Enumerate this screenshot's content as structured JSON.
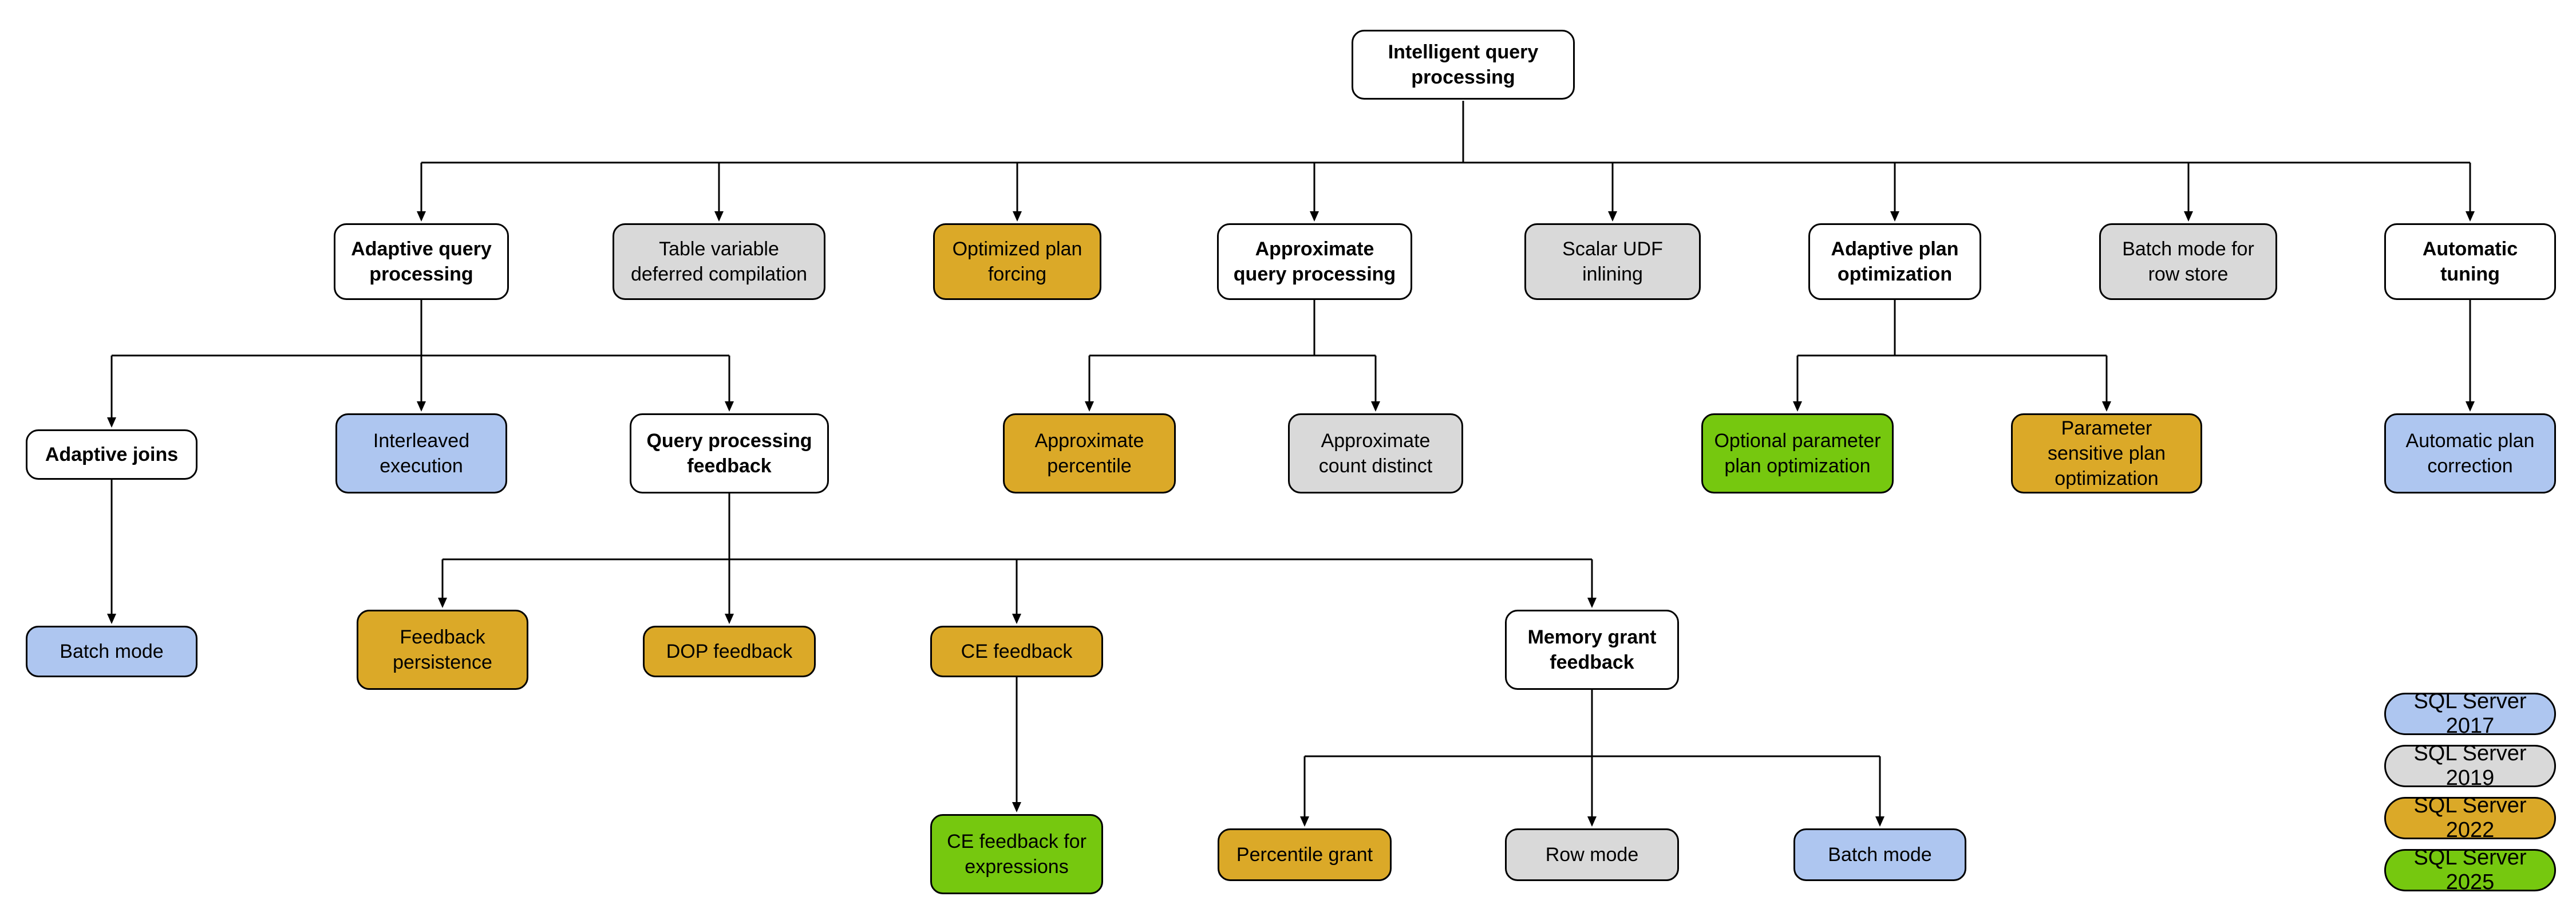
{
  "palette": {
    "white": "#ffffff",
    "gray": "#d9d9d9",
    "blue": "#aec6f0",
    "gold": "#dba928",
    "green": "#76c80f",
    "line": "#000000",
    "border": "#000000"
  },
  "legend": [
    {
      "label": "SQL Server 2017",
      "color": "blue"
    },
    {
      "label": "SQL Server 2019",
      "color": "gray"
    },
    {
      "label": "SQL Server 2022",
      "color": "gold"
    },
    {
      "label": "SQL Server 2025",
      "color": "green"
    }
  ],
  "nodes": {
    "root": {
      "label": "Intelligent query processing",
      "color": "white"
    },
    "adaptive_query_processing": {
      "label": "Adaptive query processing",
      "color": "white"
    },
    "table_variable_deferred_compilation": {
      "label": "Table variable deferred compilation",
      "color": "gray"
    },
    "optimized_plan_forcing": {
      "label": "Optimized plan forcing",
      "color": "gold"
    },
    "approximate_query_processing": {
      "label": "Approximate query processing",
      "color": "white"
    },
    "scalar_udf_inlining": {
      "label": "Scalar UDF inlining",
      "color": "gray"
    },
    "adaptive_plan_optimization": {
      "label": "Adaptive plan optimization",
      "color": "white"
    },
    "batch_mode_for_row_store": {
      "label": "Batch mode for row store",
      "color": "gray"
    },
    "automatic_tuning": {
      "label": "Automatic tuning",
      "color": "white"
    },
    "adaptive_joins": {
      "label": "Adaptive joins",
      "color": "white"
    },
    "interleaved_execution": {
      "label": "Interleaved execution",
      "color": "blue"
    },
    "query_processing_feedback": {
      "label": "Query processing feedback",
      "color": "white"
    },
    "approximate_percentile": {
      "label": "Approximate percentile",
      "color": "gold"
    },
    "approximate_count_distinct": {
      "label": "Approximate count distinct",
      "color": "gray"
    },
    "optional_parameter_plan_optimization": {
      "label": "Optional parameter plan optimization",
      "color": "green"
    },
    "parameter_sensitive_plan_optimization": {
      "label": "Parameter sensitive plan optimization",
      "color": "gold"
    },
    "automatic_plan_correction": {
      "label": "Automatic plan correction",
      "color": "blue"
    },
    "batch_mode_row4": {
      "label": "Batch mode",
      "color": "blue"
    },
    "feedback_persistence": {
      "label": "Feedback persistence",
      "color": "gold"
    },
    "dop_feedback": {
      "label": "DOP feedback",
      "color": "gold"
    },
    "ce_feedback": {
      "label": "CE feedback",
      "color": "gold"
    },
    "memory_grant_feedback": {
      "label": "Memory grant feedback",
      "color": "white"
    },
    "ce_feedback_for_expressions": {
      "label": "CE feedback for expressions",
      "color": "green"
    },
    "percentile_grant": {
      "label": "Percentile grant",
      "color": "gold"
    },
    "row_mode": {
      "label": "Row mode",
      "color": "gray"
    },
    "batch_mode_row5": {
      "label": "Batch mode",
      "color": "blue"
    }
  },
  "tree": {
    "root": [
      "adaptive_query_processing",
      "table_variable_deferred_compilation",
      "optimized_plan_forcing",
      "approximate_query_processing",
      "scalar_udf_inlining",
      "adaptive_plan_optimization",
      "batch_mode_for_row_store",
      "automatic_tuning"
    ],
    "adaptive_query_processing": [
      "adaptive_joins",
      "interleaved_execution",
      "query_processing_feedback"
    ],
    "approximate_query_processing": [
      "approximate_percentile",
      "approximate_count_distinct"
    ],
    "adaptive_plan_optimization": [
      "optional_parameter_plan_optimization",
      "parameter_sensitive_plan_optimization"
    ],
    "automatic_tuning": [
      "automatic_plan_correction"
    ],
    "adaptive_joins": [
      "batch_mode_row4"
    ],
    "query_processing_feedback": [
      "feedback_persistence",
      "dop_feedback",
      "ce_feedback",
      "memory_grant_feedback"
    ],
    "ce_feedback": [
      "ce_feedback_for_expressions"
    ],
    "memory_grant_feedback": [
      "percentile_grant",
      "row_mode",
      "batch_mode_row5"
    ]
  }
}
